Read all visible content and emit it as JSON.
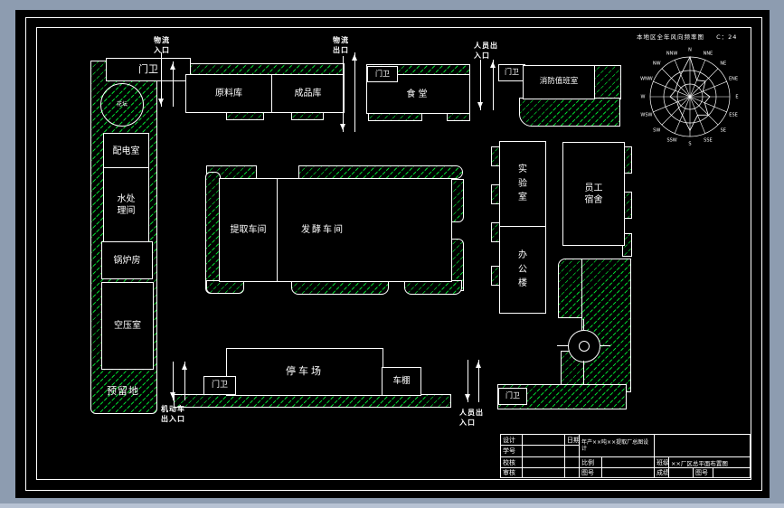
{
  "colors": {
    "page_bg": "#8d9cb0",
    "canvas": "#000000",
    "line": "#ffffff",
    "hatch_green": "#00d22e",
    "text": "#ffffff"
  },
  "plan": {
    "gatehouse": "门卫",
    "flowerbed": "花坛",
    "raw_warehouse": "原料库",
    "finished_warehouse": "成品库",
    "canteen": "食堂",
    "fire_duty_room": "消防值班室",
    "staff_dormitory": "员工\n宿舍",
    "laboratory": "实验室",
    "office_building": "办公楼",
    "extraction_workshop": "提取车间",
    "fermentation_workshop": "发酵车间",
    "power_room": "配电室",
    "water_treatment_room": "水处\n理间",
    "boiler_room": "锅炉房",
    "air_compressor_room": "空压室",
    "reserved_land": "预留地",
    "parking_lot": "停车场",
    "carport": "车棚"
  },
  "entrances": {
    "logistics_in": "物流\n入口",
    "logistics_out": "物流\n出口",
    "people_top": "人员出\n入口",
    "vehicle": "机动车\n出入口",
    "people_bottom": "人员出\n入口"
  },
  "windrose": {
    "title": "本地区全年风向频率图",
    "note": "C：24",
    "directions": [
      "N",
      "NNE",
      "NE",
      "ENE",
      "E",
      "ESE",
      "SE",
      "SSE",
      "S",
      "SSW",
      "SW",
      "WSW",
      "W",
      "WNW",
      "NW",
      "NNW"
    ],
    "frequencies": [
      1.0,
      0.45,
      0.55,
      0.35,
      0.5,
      0.4,
      0.65,
      0.5,
      0.85,
      0.5,
      0.4,
      0.35,
      0.5,
      0.4,
      0.45,
      0.6
    ]
  },
  "titleblock": {
    "design_label": "设计",
    "id_label": "学号",
    "check_label": "校核",
    "review_label": "审核",
    "date_label": "日期",
    "scale_label": "比例",
    "dwg_no_label": "图号",
    "class_label": "班级",
    "grade_label": "成绩",
    "dwg_no_label2": "图号",
    "project_title": "年产××吨××提取厂总图设计",
    "sheet_name": "××厂区总平面布置图"
  }
}
